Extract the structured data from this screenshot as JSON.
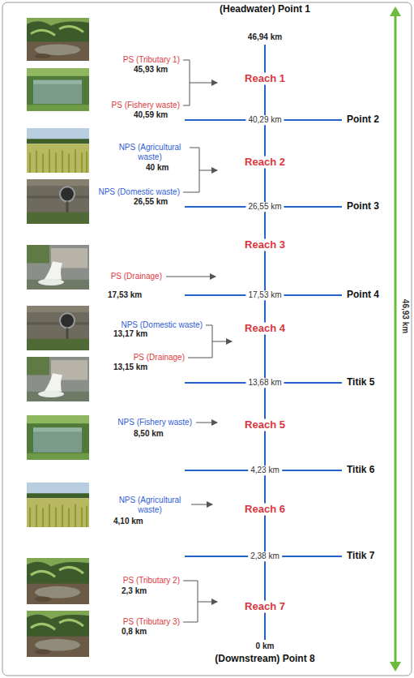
{
  "diagram": {
    "labels": [
      "(Headwater) Point 1",
      "46,94 km",
      "PS (Tributary 1)",
      "45,93 km",
      "Reach 1",
      "PS (Fishery waste)",
      "40,59 km",
      "40,29 km",
      "Point 2",
      "NPS (Agricultural waste)",
      "40 km",
      "Reach 2",
      "NPS (Domestic waste)",
      "26,55 km",
      "26,55 km",
      "Point 3",
      "Reach 3",
      "PS (Drainage)",
      "17,53 km",
      "17,53 km",
      "Point 4",
      "NPS (Domestic waste)",
      "13,17 km",
      "Reach 4",
      "PS (Drainage)",
      "13,15 km",
      "13,68 km",
      "Titik 5",
      "NPS (Fishery waste)",
      "Reach 5",
      "8,50 km",
      "4,23 km",
      "Titik 6",
      "NPS (Agricultural waste)",
      "Reach 6",
      "4,10 km",
      "2,38 km",
      "Titik 7",
      "PS (Tributary 2)",
      "2,3 km",
      "Reach 7",
      "PS (Tributary 3)",
      "0,8 km",
      "0 km",
      "(Downstream) Point 8",
      "46,93 km"
    ]
  }
}
